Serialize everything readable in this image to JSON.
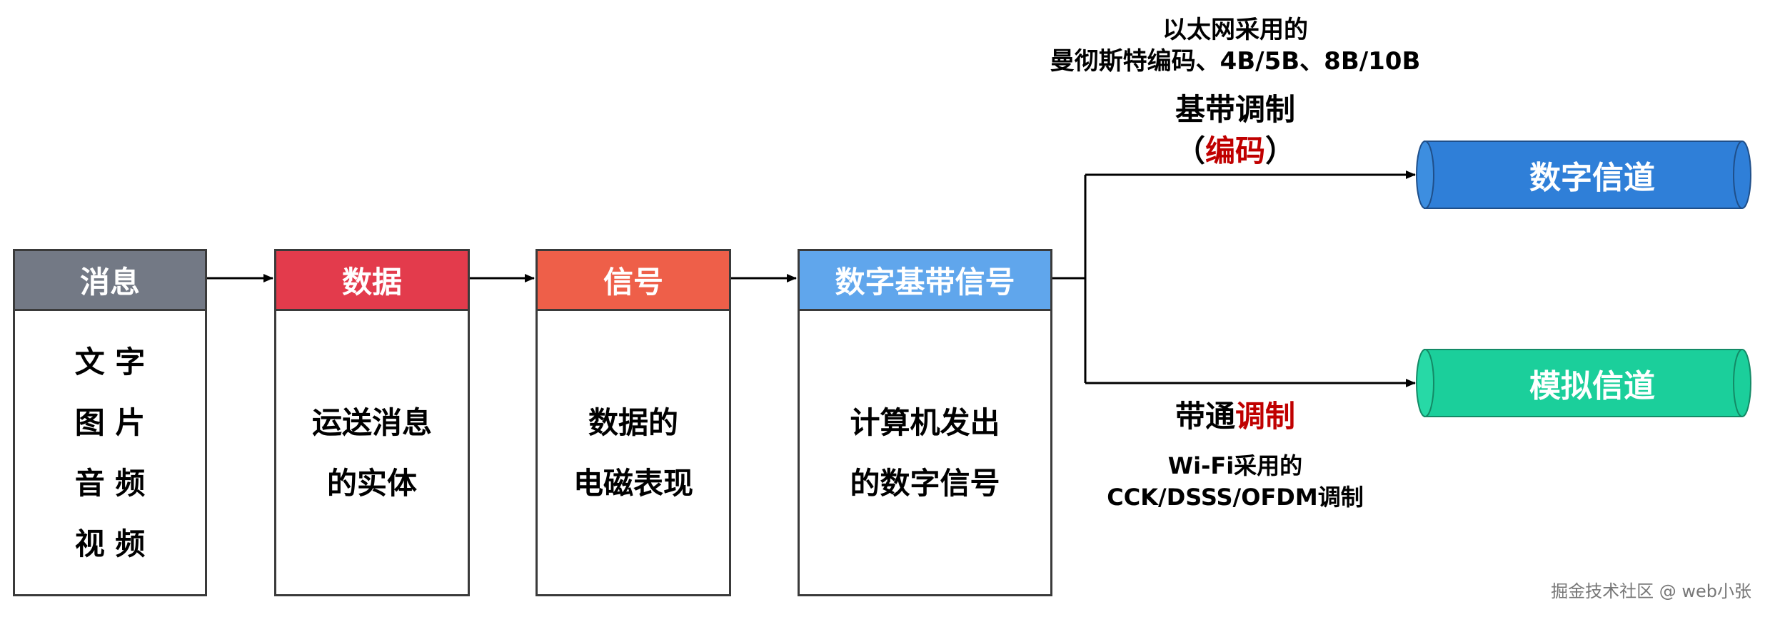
{
  "flow": {
    "boxes": [
      {
        "title": "消息",
        "lines": [
          "文 字",
          "图 片",
          "音 频",
          "视 频"
        ]
      },
      {
        "title": "数据",
        "lines": [
          "运送消息",
          "的实体"
        ]
      },
      {
        "title": "信号",
        "lines": [
          "数据的",
          "电磁表现"
        ]
      },
      {
        "title": "数字基带信号",
        "lines": [
          "计算机发出",
          "的数字信号"
        ]
      }
    ]
  },
  "baseband": {
    "note_line1": "以太网采用的",
    "note_line2": "曼彻斯特编码、4B/5B、8B/10B",
    "title": "基带调制",
    "sub_open": "（",
    "sub_highlight": "编码",
    "sub_close": "）"
  },
  "passband": {
    "title_plain": "带通",
    "title_highlight": "调制",
    "note_line1": "Wi-Fi采用的",
    "note_line2": "CCK/DSSS/OFDM调制"
  },
  "channels": {
    "digital": "数字信道",
    "analog": "模拟信道"
  },
  "colors": {
    "message_header": "#737985",
    "data_header": "#e33b4c",
    "signal_header": "#ee5f49",
    "baseband_signal_header": "#60a6ec",
    "digital_channel": "#2f7fd8",
    "analog_channel": "#1bcf9b",
    "highlight_red": "#c00000"
  },
  "watermark": "掘金技术社区 @ web小张"
}
